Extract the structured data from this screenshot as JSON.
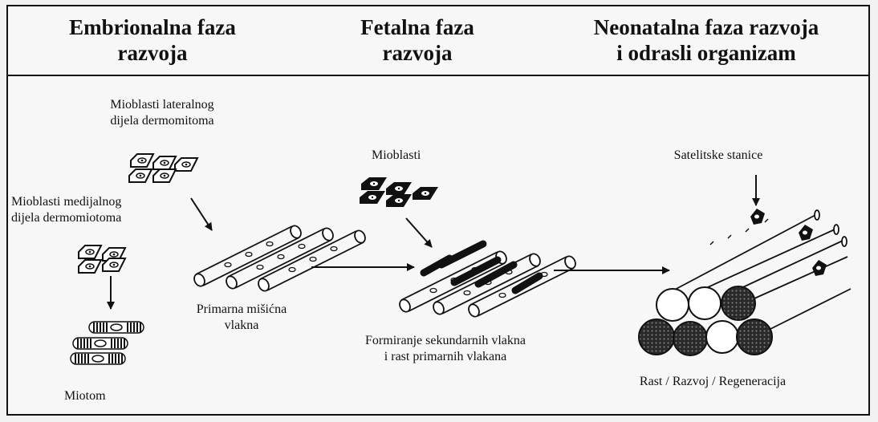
{
  "header": {
    "col1": {
      "line1": "Embrionalna faza",
      "line2": "razvoja"
    },
    "col2": {
      "line1": "Fetalna faza",
      "line2": "razvoja"
    },
    "col3": {
      "line1": "Neonatalna faza razvoja",
      "line2": "i odrasli organizam"
    }
  },
  "labels": {
    "lateral": {
      "line1": "Mioblasti lateralnog",
      "line2": "dijela dermomitoma"
    },
    "medial": {
      "line1": "Mioblasti medijalnog",
      "line2": "dijela dermomiotoma"
    },
    "miotom": "Miotom",
    "primary": {
      "line1": "Primarna mišićna",
      "line2": "vlakna"
    },
    "fetal_myoblasts": "Mioblasti",
    "secondary": {
      "line1": "Formiranje sekundarnih vlakna",
      "line2": "i rast primarnih vlakana"
    },
    "satellite": "Satelitske stanice",
    "growth": "Rast / Razvoj / Regeneracija"
  }
}
